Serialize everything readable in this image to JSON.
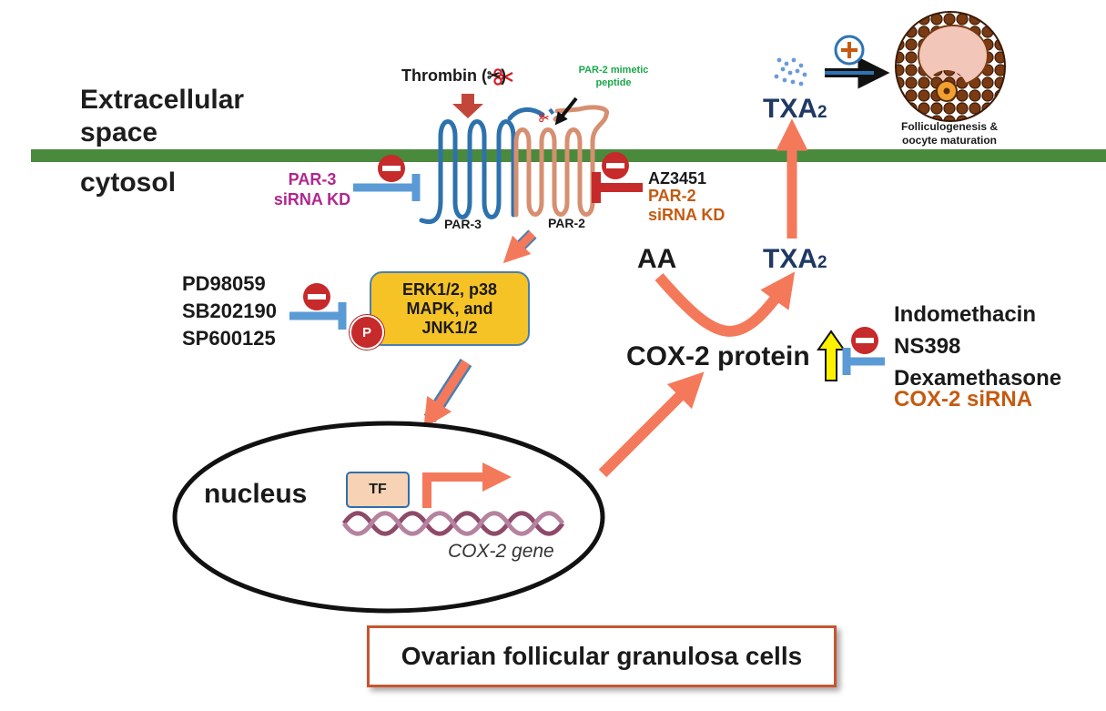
{
  "labels": {
    "extracellular": "Extracellular space",
    "cytosol": "cytosol",
    "thrombin": "Thrombin (✂)",
    "par2_mimetic": "PAR-2 mimetic peptide",
    "par3_kd": "PAR-3 siRNA KD",
    "par3_receptor": "PAR-3",
    "par2_receptor": "PAR-2",
    "az3451": "AZ3451",
    "par2_kd": "PAR-2 siRNA KD",
    "mapk_inhibitors": [
      "PD98059",
      "SB202190",
      "SP600125"
    ],
    "kinases": "ERK1/2, p38 MAPK, and JNK1/2",
    "phospho": "P",
    "nucleus": "nucleus",
    "tf": "TF",
    "cox2_gene": "COX-2 gene",
    "aa": "AA",
    "txa2_main": "TXA",
    "txa2_sub": "2",
    "cox2_protein": "COX-2 protein",
    "cox_inhibitors": [
      "Indomethacin",
      "NS398",
      "Dexamethasone"
    ],
    "cox2_sirna": "COX-2 siRNA",
    "plus": "+",
    "follicle": "Folliculogenesis & oocyte maturation",
    "cell_type": "Ovarian follicular granulosa cells"
  },
  "colors": {
    "membrane": "#4a8a3c",
    "par3": "#2d72ad",
    "par2": "#d68f70",
    "arrow_orange": "#f4795b",
    "inhibit_blue": "#5b9bd5",
    "inhibit_red": "#c62a2a",
    "txa2_text": "#1f3864",
    "kinase_fill": "#f6c327",
    "par3_kd_text": "#b0278f",
    "par2_kd_text": "#c55a11",
    "mimetic_text": "#1aa84a"
  },
  "icons": [
    "scissors-icon",
    "inhibit-icon",
    "plus-icon",
    "up-arrow-icon",
    "dna-icon",
    "follicle-icon",
    "txa2-dots-icon"
  ]
}
